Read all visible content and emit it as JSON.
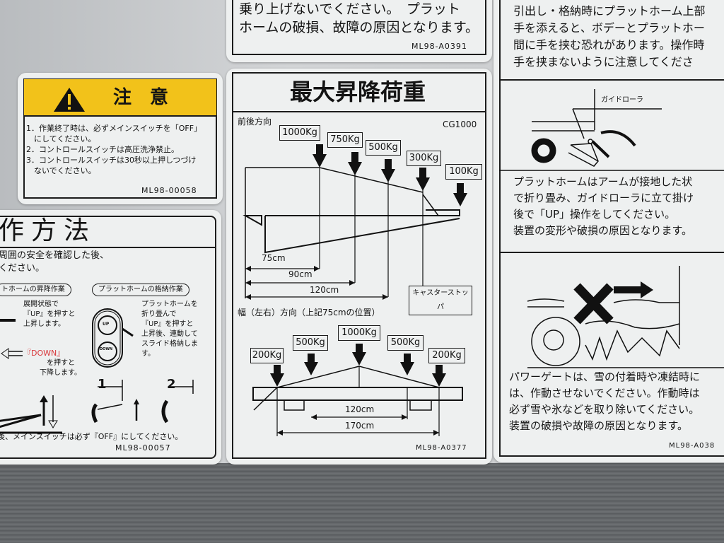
{
  "top_label": {
    "lines": [
      "乗り上げないでください。　プラット",
      "ホームの破損、故障の原因となります。"
    ],
    "code": "ML98-A0391"
  },
  "caution_label": {
    "header": "注　意",
    "icon": "warning-triangle-icon",
    "header_color": "#f2c21a",
    "items": [
      "1．作業終了時は、必ずメインスイッチを「OFF」",
      "　にしてください。",
      "2．コントロールスイッチは高圧洗浄禁止。",
      "3．コントロールスイッチは30秒以上押しつづけ",
      "　ないでください。"
    ],
    "code": "ML98-00058"
  },
  "operation_label": {
    "title": "作方法",
    "intro": [
      "周囲の安全を確認した後、",
      "ください。"
    ],
    "section_left": "トホームの昇降作業",
    "section_right": "プラットホームの格納作業",
    "left_up": [
      "展開状態で",
      "『UP』を押すと",
      "上昇します。"
    ],
    "left_down": [
      "『DOWN』",
      "を押すと",
      "下降します。"
    ],
    "button_up": "UP",
    "button_down": "DOWN",
    "right_text": [
      "プラットホームを",
      "折り畳んで",
      "『UP』を押すと",
      "上昇後、連動して",
      "スライド格納しま",
      "す。"
    ],
    "step1": "1",
    "step2": "2",
    "footer": "後、メインスイッチは必ず『OFF』にしてください。",
    "code": "ML98-00057"
  },
  "load_label": {
    "title": "最大昇降荷重",
    "front_back": "前後方向",
    "model": "CG1000",
    "fb_loads": [
      "1000Kg",
      "750Kg",
      "500Kg",
      "300Kg",
      "100Kg"
    ],
    "fb_dims": [
      "75cm",
      "90cm",
      "120cm"
    ],
    "caster": "キャスターストッパ",
    "width_dir": "幅（左右）方向（上記75cmの位置）",
    "w_loads": [
      "200Kg",
      "500Kg",
      "1000Kg",
      "500Kg",
      "200Kg"
    ],
    "w_dims": [
      "120cm",
      "170cm"
    ],
    "code": "ML98-A0377"
  },
  "right_label": {
    "top_lines": [
      "引出し・格納時にプラットホーム上部",
      "手を添えると、ボデーとプラットホー",
      "間に手を挟む恐れがあります。操作時",
      "手を挟まないように注意してくださ"
    ],
    "guide_roller": "ガイドローラ",
    "mid_lines": [
      "プラットホームはアームが接地した状",
      "で折り畳み、ガイドローラに立て掛け",
      "後で「UP」操作をしてください。",
      "装置の変形や破損の原因となります。"
    ],
    "bottom_lines": [
      "パワーゲートは、雪の付着時や凍結時に",
      "は、作動させないでください。作動時は",
      "必ず雪や氷などを取り除いてください。",
      "装置の破損や故障の原因となります。"
    ],
    "code": "ML98-A038"
  }
}
